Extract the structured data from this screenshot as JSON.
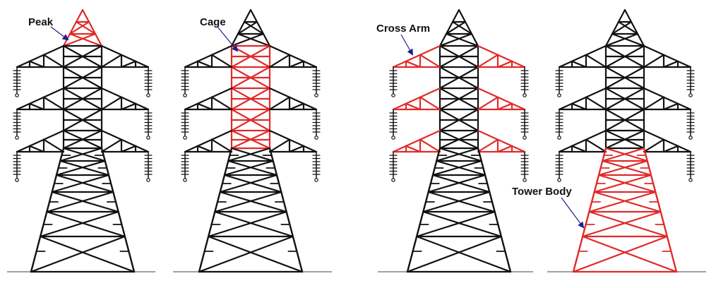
{
  "colors": {
    "normal": "#111111",
    "highlight": "#e02a2a",
    "ground": "#808080",
    "arrow": "#1f1f8f"
  },
  "panels": [
    {
      "label": "Peak",
      "highlight": "peak"
    },
    {
      "label": "Cage",
      "highlight": "cage"
    },
    {
      "label": "Cross Arm",
      "highlight": "crossarm"
    },
    {
      "label": "Tower Body",
      "highlight": "body"
    }
  ]
}
